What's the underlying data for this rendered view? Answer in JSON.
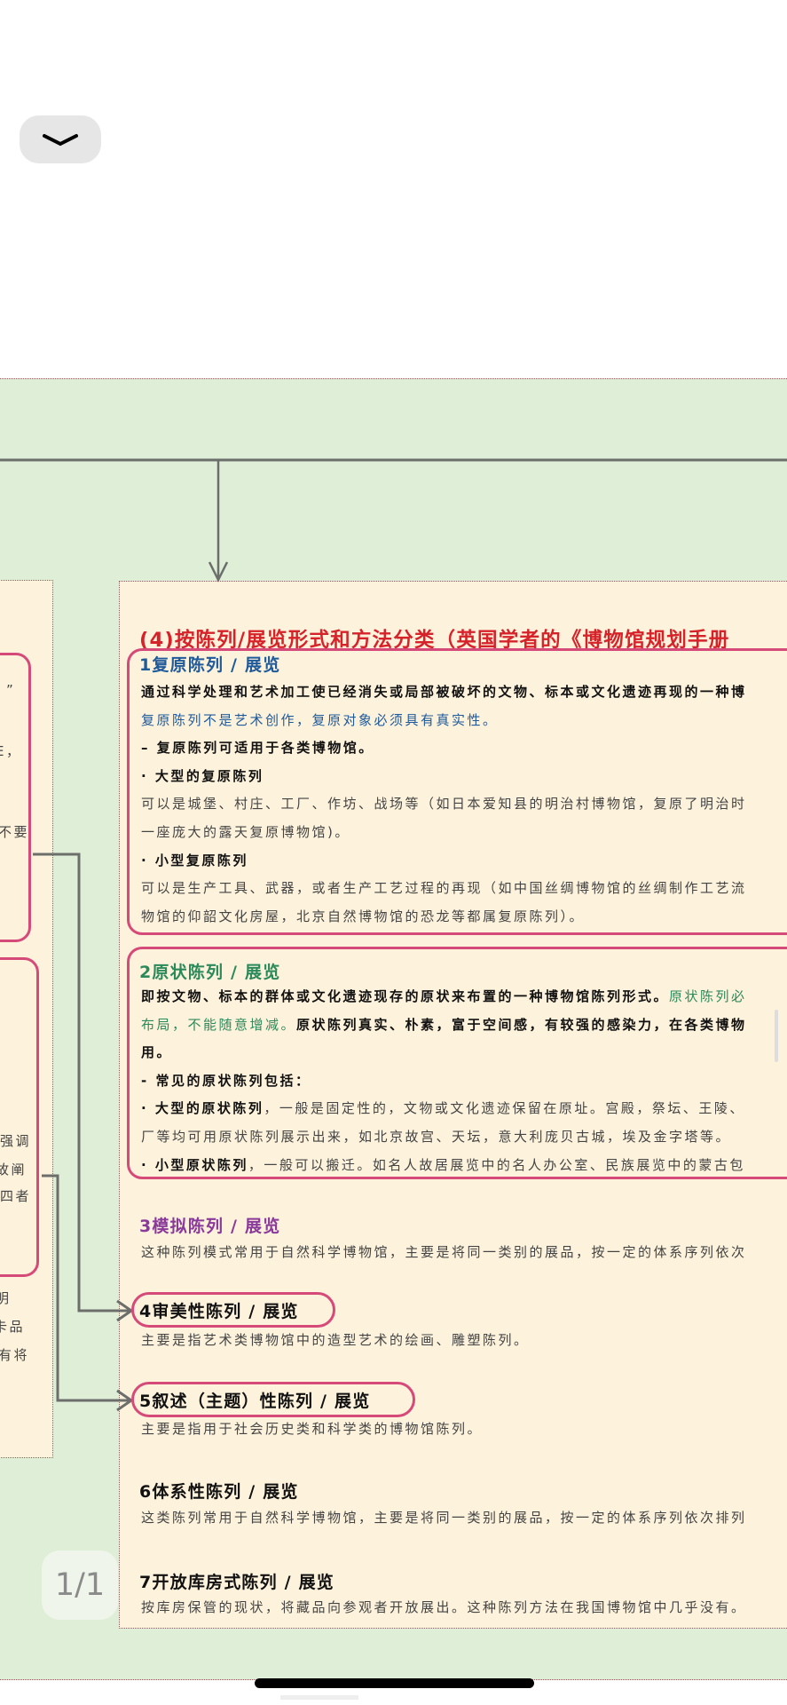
{
  "toolbar": {
    "collapse_icon": "chevron-down-icon"
  },
  "colors": {
    "title": "#d6232a",
    "card_border": "#d64a7a",
    "h1": "#1f5a9a",
    "h2": "#2a8a5a",
    "h3": "#8a3a9a",
    "panel": "#fdf2dc",
    "background": "#dfeed6",
    "connector": "#6b6e6b"
  },
  "left_partial": {
    "box1": [
      "”",
      "E，",
      "不要"
    ],
    "box2": [
      "强调",
      "故阐",
      "四者"
    ],
    "below": [
      "明",
      "卡品",
      "有将"
    ]
  },
  "main": {
    "title": "(4)按陈列/展览形式和方法分类（英国学者的《博物馆规划手册",
    "s1": {
      "heading": "1复原陈列 / 展览",
      "lines": [
        [
          {
            "t": "通过科学处理和艺术加工使已经消失或局部被破坏的文物、标本或文化遗迹再现的一种博",
            "c": "b"
          }
        ],
        [
          {
            "t": "复原陈列不是艺术创作，复原对象必须具有真实性。",
            "c": "blue"
          }
        ],
        [
          {
            "t": "– 复原陈列可适用于各类博物馆。",
            "c": "b"
          }
        ],
        [
          {
            "t": "· 大型的复原陈列",
            "c": "b"
          }
        ],
        [
          {
            "t": "可以是城堡、村庄、工厂、作坊、战场等（如日本爱知县的明治村博物馆，复原了明治时",
            "c": ""
          }
        ],
        [
          {
            "t": "一座庞大的露天复原博物馆)。",
            "c": ""
          }
        ],
        [
          {
            "t": "· 小型复原陈列",
            "c": "b"
          }
        ],
        [
          {
            "t": "可以是生产工具、武器，或者生产工艺过程的再现（如中国丝绸博物馆的丝绸制作工艺流",
            "c": ""
          }
        ],
        [
          {
            "t": "物馆的仰韶文化房屋，北京自然博物馆的恐龙等都属复原陈列）。",
            "c": ""
          }
        ]
      ]
    },
    "s2": {
      "heading": "2原状陈列 / 展览",
      "lines": [
        [
          {
            "t": "即按文物、标本的群体或文化遗迹现存的原状来布置的一种博物馆陈列形式。",
            "c": "b"
          },
          {
            "t": "原状陈列必",
            "c": "grn"
          }
        ],
        [
          {
            "t": "布局，不能随意增减。",
            "c": "grn"
          },
          {
            "t": "原状陈列真实、朴素，富于空间感，有较强的感染力，在各类博物",
            "c": "b"
          }
        ],
        [
          {
            "t": "用。",
            "c": "b"
          }
        ],
        [
          {
            "t": "- 常见的原状陈列包括：",
            "c": "b"
          }
        ],
        [
          {
            "t": "· 大型的原状陈列",
            "c": "b"
          },
          {
            "t": "，一般是固定性的，文物或文化遗迹保留在原址。宫殿，祭坛、王陵、",
            "c": ""
          }
        ],
        [
          {
            "t": "厂等均可用原状陈列展示出来，如北京故宫、天坛，意大利庞贝古城，埃及金字塔等。",
            "c": ""
          }
        ],
        [
          {
            "t": "· 小型原状陈列",
            "c": "b"
          },
          {
            "t": "，一般可以搬迁。如名人故居展览中的名人办公室、民族展览中的蒙古包",
            "c": ""
          }
        ]
      ]
    },
    "s3": {
      "heading": "3模拟陈列 / 展览",
      "text": "这种陈列模式常用于自然科学博物馆，主要是将同一类别的展品，按一定的体系序列依次"
    },
    "s4": {
      "heading": "4审美性陈列 / 展览",
      "text": "主要是指艺术类博物馆中的造型艺术的绘画、雕塑陈列。"
    },
    "s5": {
      "heading": "5叙述（主题）性陈列 / 展览",
      "text": "主要是指用于社会历史类和科学类的博物馆陈列。"
    },
    "s6": {
      "heading": "6体系性陈列 / 展览",
      "text": "这类陈列常用于自然科学博物馆，主要是将同一类别的展品，按一定的体系序列依次排列"
    },
    "s7": {
      "heading": "7开放库房式陈列 / 展览",
      "text": "按库房保管的现状，将藏品向参观者开放展出。这种陈列方法在我国博物馆中几乎没有。"
    }
  },
  "pager": {
    "label": "1/1"
  }
}
